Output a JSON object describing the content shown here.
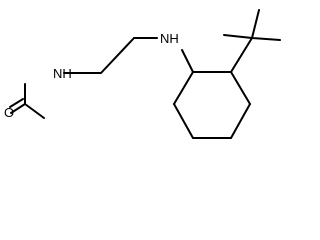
{
  "structure": {
    "atom_labels": {
      "oxygen": "O",
      "amide_nh": "NH",
      "amine_nh": "NH"
    },
    "colors": {
      "bond": "#000000",
      "label": "#000000",
      "background": "#ffffff"
    }
  }
}
